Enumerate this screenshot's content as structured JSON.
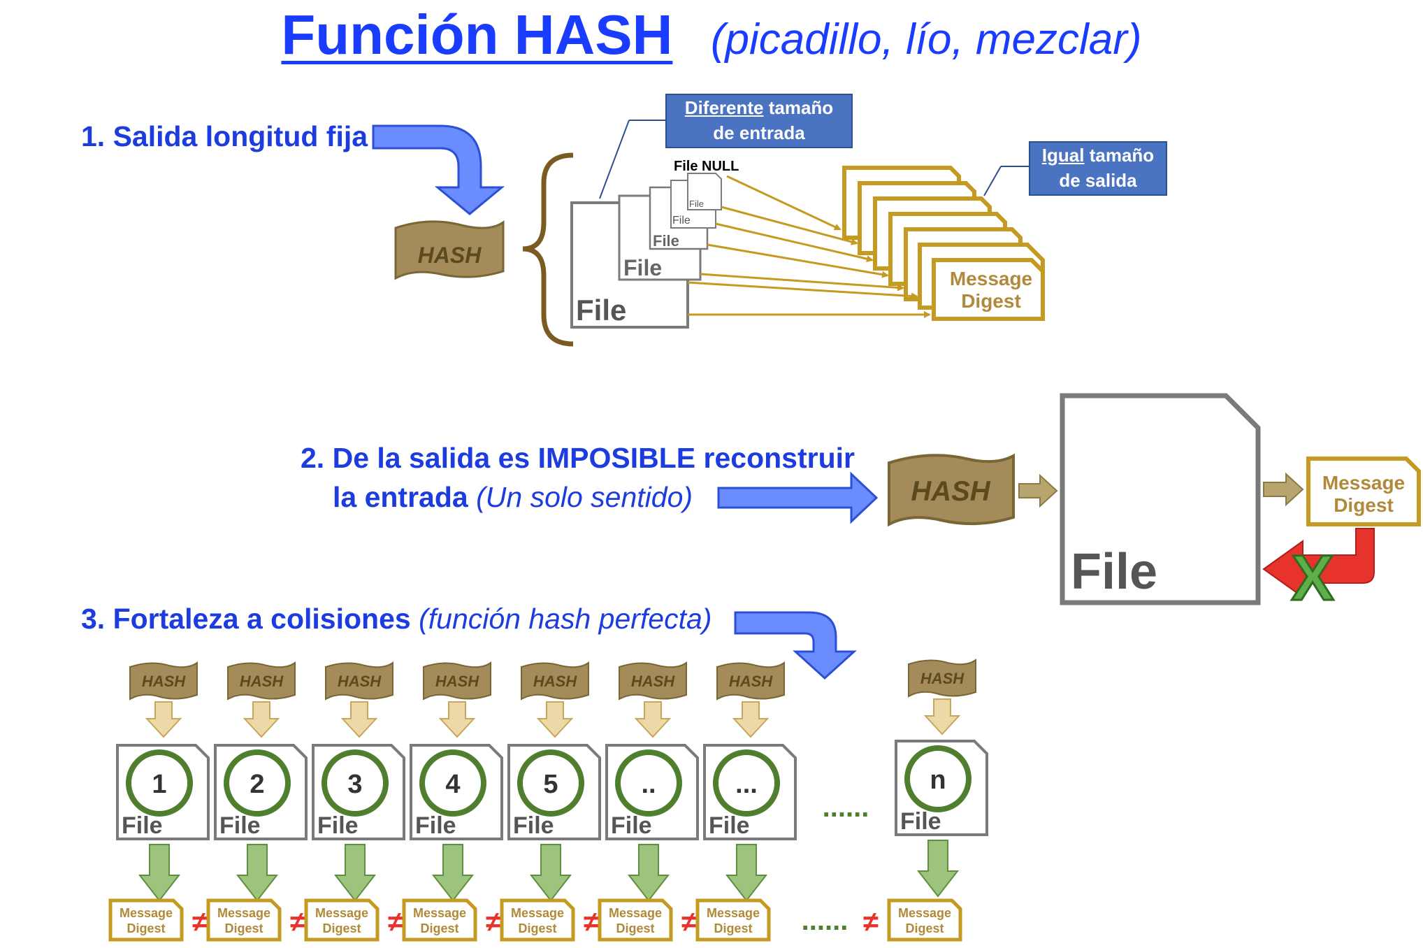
{
  "title": {
    "main": "Función HASH",
    "sub": "(picadillo, lío, mezclar)"
  },
  "section1": {
    "heading": "1. Salida longitud fija",
    "hash_label": "HASH",
    "callout_input": {
      "underlined": "Diferente",
      "rest1": " tamaño",
      "rest2": "de entrada"
    },
    "callout_output": {
      "underlined": "Igual",
      "rest1": " tamaño",
      "rest2": "de salida"
    },
    "file_null_label": "File NULL",
    "file_label": "File",
    "digest_line1": "Message",
    "digest_line2": "Digest"
  },
  "section2": {
    "heading_line1": "2. De la salida es IMPOSIBLE reconstruir",
    "heading_line2_bold": "la entrada",
    "heading_line2_italic": "(Un solo sentido)",
    "hash_label": "HASH",
    "file_label": "File",
    "digest_line1": "Message",
    "digest_line2": "Digest",
    "blocked_mark": "X"
  },
  "section3": {
    "heading_bold": "3. Fortaleza a colisiones",
    "heading_italic": "(función hash perfecta)",
    "hash_label": "HASH",
    "file_label": "File",
    "digest_line1": "Message",
    "digest_line2": "Digest",
    "not_equal": "≠",
    "ellipsis": "......",
    "files": [
      "1",
      "2",
      "3",
      "4",
      "5",
      "..",
      "...",
      "n"
    ]
  },
  "colors": {
    "blue_text": "#1c3ce0",
    "blue_arrow": "#6b8cff",
    "hash_fill": "#a38c5a",
    "gold": "#c49a20",
    "file_gray": "#7a7a7a",
    "green_circle": "#4f7f2e",
    "green_arrow": "#9dc47c",
    "red": "#e8322c"
  }
}
